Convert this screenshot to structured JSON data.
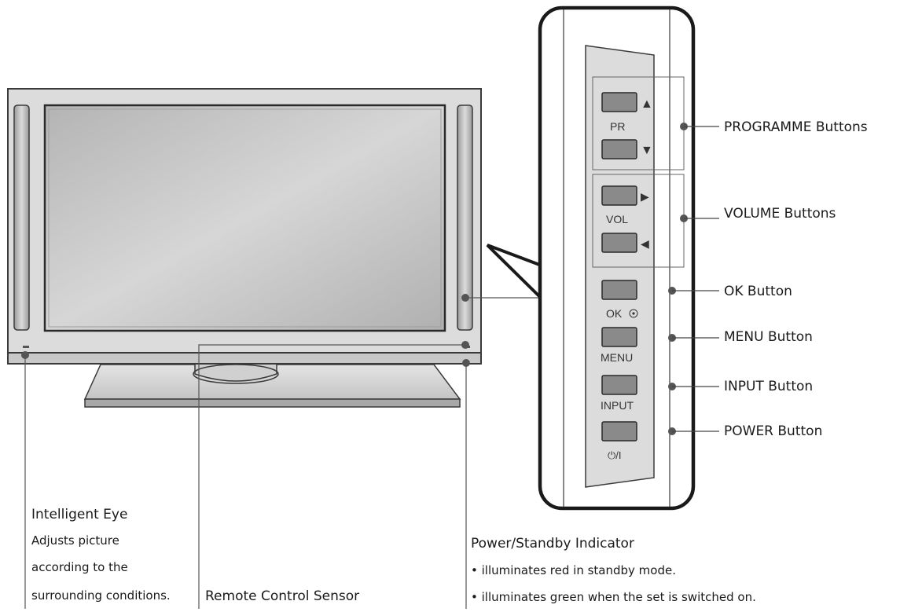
{
  "panel": {
    "pr_label": "PR",
    "vol_label": "VOL",
    "ok_label": "OK",
    "menu_label": "MENU",
    "input_label": "INPUT",
    "power_label": "⏻/I",
    "arrow_up": "▲",
    "arrow_down": "▼",
    "arrow_right": "▶",
    "arrow_left": "◀"
  },
  "callouts": {
    "programme": "PROGRAMME Buttons",
    "volume": "VOLUME Buttons",
    "ok": "OK Button",
    "menu": "MENU Button",
    "input": "INPUT Button",
    "power": "POWER Button"
  },
  "bottom": {
    "intelligent_eye_title": "Intelligent Eye",
    "intelligent_eye_line1": "Adjusts picture",
    "intelligent_eye_line2": "according to the",
    "intelligent_eye_line3": "surrounding conditions.",
    "remote_sensor": "Remote Control Sensor",
    "power_indicator_title": "Power/Standby Indicator",
    "power_indicator_line1": "• illuminates red in standby mode.",
    "power_indicator_line2": "• illuminates green when the set is switched on."
  },
  "colors": {
    "outline": "#3a3a3a",
    "frame": "#d9d9d9",
    "screen": "#bdbdbd",
    "button": "#8a8a8a"
  }
}
